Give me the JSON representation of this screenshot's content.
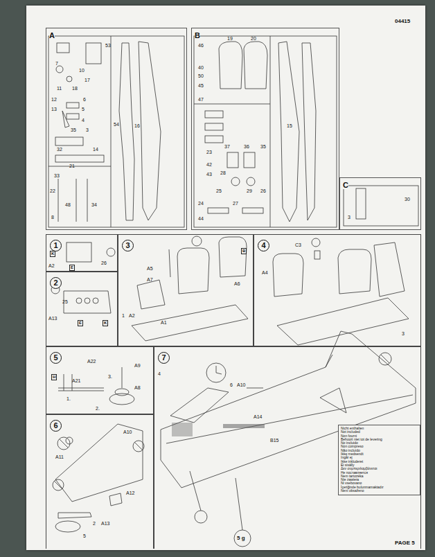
{
  "diagram": {
    "nodes": [
      {
        "text": [
          "A"
        ]
      },
      {
        "text": [
          "B"
        ]
      },
      {
        "text": [
          "C"
        ]
      },
      {
        "text": [
          "1"
        ]
      },
      {
        "text": [
          "2"
        ]
      },
      {
        "text": [
          "3"
        ]
      },
      {
        "text": [
          "4"
        ]
      },
      {
        "text": [
          "5"
        ]
      },
      {
        "text": [
          "6"
        ]
      },
      {
        "text": [
          "7"
        ]
      },
      {
        "text": [
          "Nicht enthalten",
          "Not included",
          "Non fourni",
          "Behoort niet tot de levering",
          "No incluido",
          "Non compreso",
          "Não incluído",
          "Ikke medsendt",
          "Ingår ej",
          "Ikke inkluderet",
          "Ei sisälly",
          "Δεν συμπεριλαμβάνεται",
          "Не поставляется",
          "Nem tartozéka",
          "Nie zawiera",
          "Ni vsebovano",
          "İçeriğinde bulunmamaktadır",
          "Není obsaženo"
        ],
        "in": 9
      }
    ],
    "labels": [
      "04415",
      "53",
      "7",
      "10",
      "17",
      "11",
      "18",
      "6",
      "12",
      "13",
      "5",
      "4",
      "35",
      "3",
      "14",
      "32",
      "21",
      "33",
      "22",
      "48",
      "34",
      "8",
      "54",
      "16",
      "46",
      "19",
      "20",
      "40",
      "50",
      "45",
      "47",
      "37",
      "36",
      "35",
      "15",
      "23",
      "42",
      "43",
      "28",
      "25",
      "29",
      "26",
      "24",
      "27",
      "44",
      "30",
      "3",
      "K",
      "A2",
      "26",
      "E",
      "25",
      "A13",
      "E",
      "K",
      "A5",
      "A7",
      "A6",
      "1",
      "A2",
      "A1",
      "B",
      "C3",
      "A4",
      "3",
      "A22",
      "A21",
      "A9",
      "A8",
      "3.",
      "1.",
      "2.",
      "H",
      "A10",
      "A11",
      "A12",
      "2",
      "A13",
      "5",
      "4",
      "6",
      "A10",
      "A14",
      "B15",
      "5 g",
      "PAGE 5"
    ]
  }
}
